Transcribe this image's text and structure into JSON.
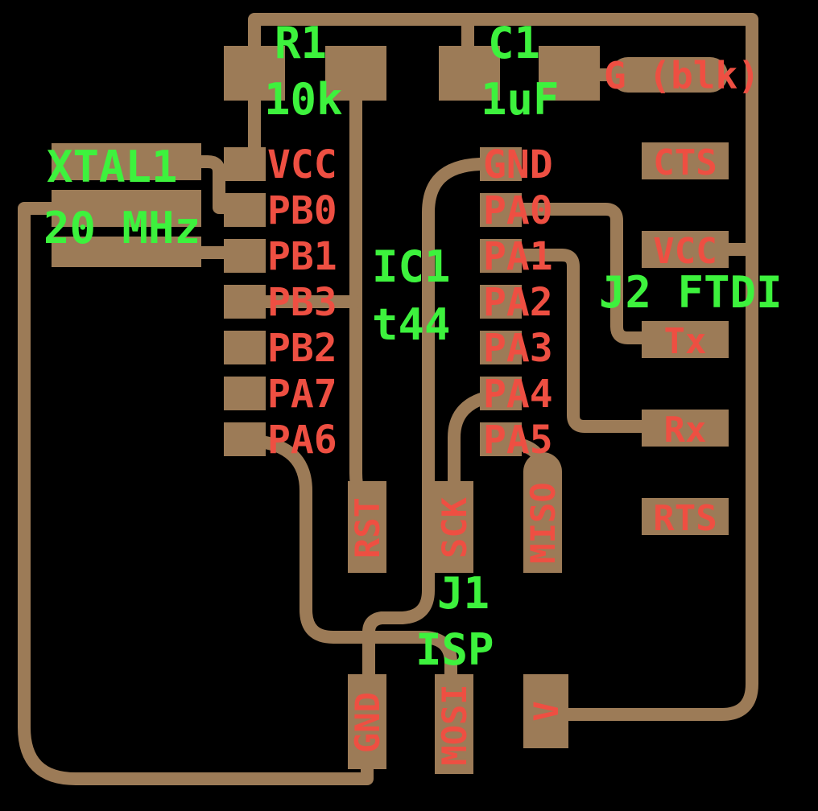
{
  "colors": {
    "bg": "#000000",
    "copper": "#9c7b57",
    "green": "#3df23d",
    "red": "#ee4f42"
  },
  "silkscreen": {
    "r1": {
      "ref": "R1",
      "value": "10k"
    },
    "c1": {
      "ref": "C1",
      "value": "1uF"
    },
    "xtal1": {
      "ref": "XTAL1",
      "value": "20 MHz"
    },
    "ic1": {
      "ref": "IC1",
      "value": "t44"
    },
    "j2": {
      "ref": "J2 FTDI"
    },
    "j1": {
      "ref": "J1",
      "value": "ISP"
    }
  },
  "pins": {
    "ic_left": [
      "VCC",
      "PB0",
      "PB1",
      "PB3",
      "PB2",
      "PA7",
      "PA6"
    ],
    "ic_right": [
      "GND",
      "PA0",
      "PA1",
      "PA2",
      "PA3",
      "PA4",
      "PA5"
    ],
    "ftdi_gnd": "G (blk)",
    "ftdi": [
      "CTS",
      "VCC",
      "Tx",
      "Rx",
      "RTS"
    ],
    "isp_top": [
      "RST",
      "SCK",
      "MISO"
    ],
    "isp_bottom": [
      "GND",
      "MOSI",
      "V"
    ]
  }
}
